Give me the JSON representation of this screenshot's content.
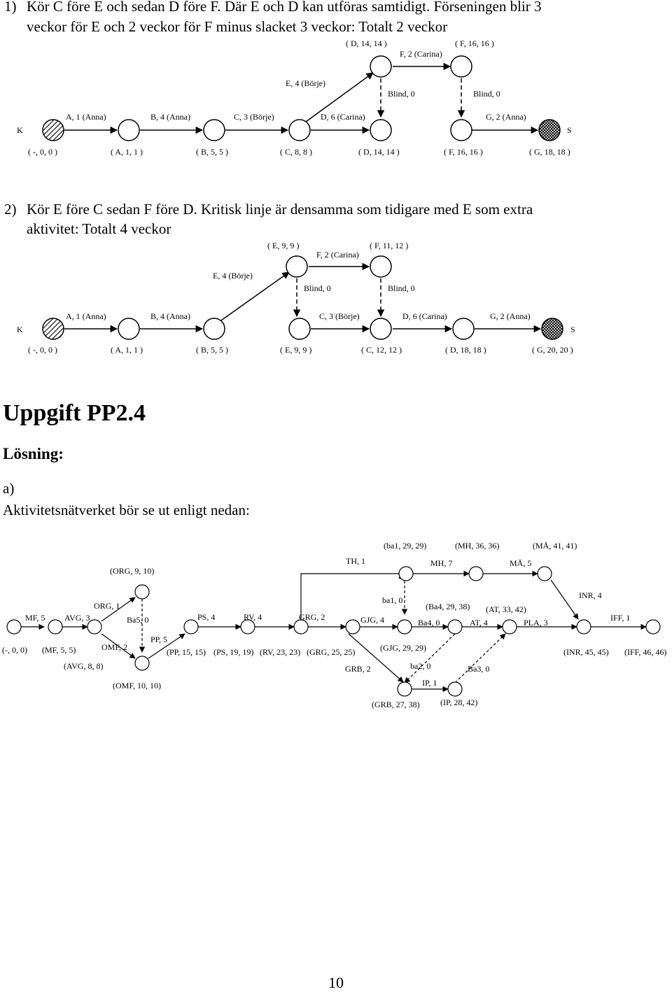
{
  "section1": {
    "number": "1)",
    "line1": "Kör C före E och sedan D före F. Där E och D kan utföras samtidigt. Förseningen blir 3",
    "line2": "veckor för E och 2 veckor för F minus slacket 3 veckor: Totalt 2 veckor",
    "start_label": "K",
    "end_label": "S",
    "activities": [
      "A, 1 (Anna)",
      "B, 4 (Anna)",
      "C, 3 (Börje)",
      "D, 6 (Carina)",
      "G, 2 (Anna)",
      "E, 4 (Börje)",
      "F, 2 (Carina)",
      "Blind, 0",
      "Blind, 0"
    ],
    "node_times": [
      "( -, 0, 0 )",
      "( A, 1, 1 )",
      "( B, 5, 5 )",
      "( C, 8, 8 )",
      "( D, 14, 14 )",
      "( F, 16, 16 )",
      "( G, 18, 18 )"
    ],
    "upper_times": [
      "( D, 14, 14 )",
      "( F, 16, 16 )"
    ]
  },
  "section2": {
    "number": "2)",
    "line1": "Kör E före C sedan F före D. Kritisk linje är densamma som tidigare med E som extra",
    "line2": "aktivitet: Totalt 4 veckor",
    "start_label": "K",
    "end_label": "S",
    "activities": [
      "A, 1 (Anna)",
      "B, 4 (Anna)",
      "C, 3 (Börje)",
      "D, 6 (Carina)",
      "G, 2 (Anna)",
      "E, 4 (Börje)",
      "F, 2 (Carina)",
      "Blind, 0",
      "Blind, 0"
    ],
    "node_times": [
      "( -, 0, 0 )",
      "( A, 1, 1 )",
      "( B, 5, 5 )",
      "( E, 9, 9 )",
      "( C, 12, 12 )",
      "( D, 18, 18 )",
      "( G, 20, 20 )"
    ],
    "upper_times": [
      "( E, 9, 9 )",
      "( F, 11, 12 )"
    ]
  },
  "heading": "Uppgift PP2.4",
  "subheading": "Lösning:",
  "part_a": "a)",
  "part_a_text": "Aktivitetsnätverket bör se ut enligt nedan:",
  "network3": {
    "labels": {
      "mf": "MF, 5",
      "avg": "AVG, 3",
      "org": "ORG, 1",
      "ba5": "Ba5, 0",
      "omf": "OMF, 2",
      "pp": "PP, 5",
      "ps": "PS, 4",
      "rv": "RV, 4",
      "grg": "GRG, 2",
      "gjg": "GJG, 4",
      "th": "TH, 1",
      "mh": "MH, 7",
      "ma": "MÅ, 5",
      "ba1": "ba1, 0",
      "ba4": "Ba4, 0",
      "at": "AT, 4",
      "pla": "PLA, 3",
      "grb": "GRB, 2",
      "ba2": "ba2, 0",
      "ip": "IP, 1",
      "ba3": "Ba3, 0",
      "inr": "INR, 4",
      "iff": "IFF, 1"
    },
    "times": {
      "t0": "(-, 0, 0)",
      "t1": "(MF, 5, 5)",
      "t2": "(AVG, 8, 8)",
      "t3": "(ORG, 9, 10)",
      "t4": "(OMF, 10, 10)",
      "t5": "(PP, 15, 15)",
      "t6": "(PS, 19, 19)",
      "t7": "(RV, 23, 23)",
      "t8": "(GRG, 25, 25)",
      "t9": "(GJG, 29, 29)",
      "t10": "(ba1, 29, 29)",
      "t11": "(MH, 36, 36)",
      "t12": "(MÅ, 41, 41)",
      "t13": "(Ba4, 29, 38)",
      "t14": "(AT, 33, 42)",
      "t15": "(GRB, 27, 38)",
      "t16": "(IP, 28, 42)",
      "t17": "(INR, 45, 45)",
      "t18": "(IFF, 46, 46)"
    }
  },
  "page_number": "10"
}
